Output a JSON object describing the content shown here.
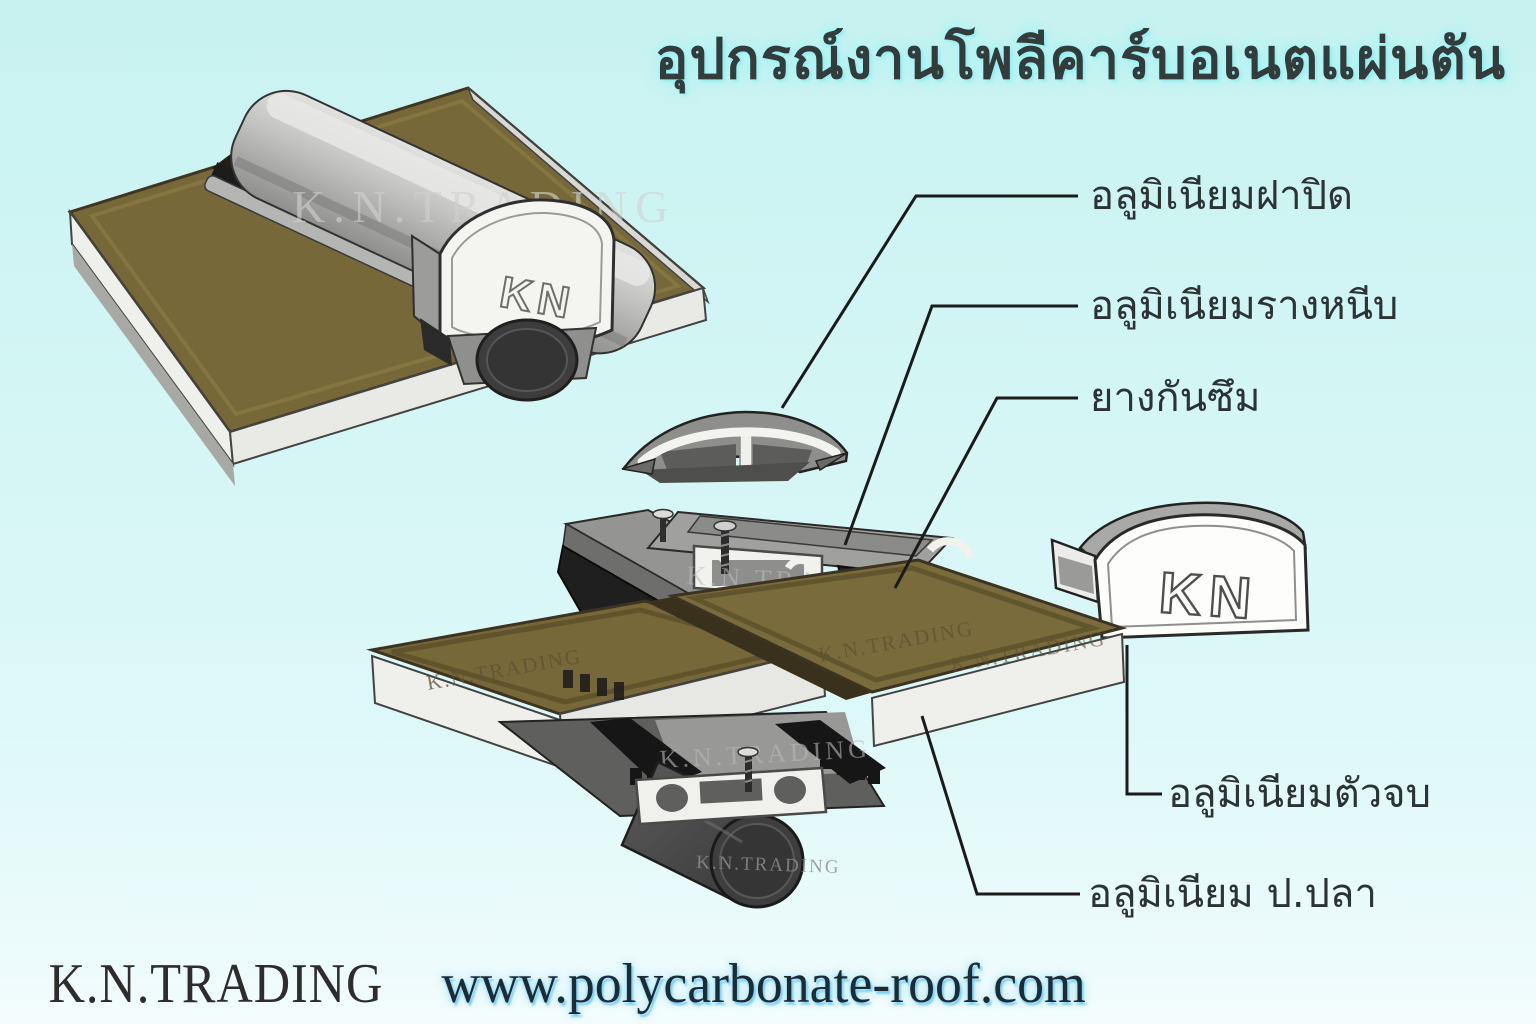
{
  "page": {
    "title": "อุปกรณ์งานโพลีคาร์บอเนตแผ่นตัน"
  },
  "labels": [
    {
      "id": "aluminum-cap",
      "text": "อลูมิเนียมฝาปิด"
    },
    {
      "id": "aluminum-clamp-rail",
      "text": "อลูมิเนียมรางหนีบ"
    },
    {
      "id": "rubber-seal",
      "text": "ยางกันซึม"
    },
    {
      "id": "aluminum-end-cap",
      "text": "อลูมิเนียมตัวจบ"
    },
    {
      "id": "aluminum-base-rail",
      "text": "อลูมิเนียม ป.ปลา"
    }
  ],
  "footer": {
    "brand": "K.N.TRADING",
    "website": "www.polycarbonate-roof.com"
  },
  "watermark": "K.N.TRADING",
  "brand_mark": "KN",
  "colors": {
    "background_cyan": "#d4f6f5",
    "title_glow": "#9af0f2",
    "sheet_brown": "#7a6b3c",
    "aluminum_gray": "#9a9a9a",
    "rubber_black": "#1f1f1f",
    "url_glow": "#7fd0f5",
    "leader_line": "#1b1b1b"
  }
}
